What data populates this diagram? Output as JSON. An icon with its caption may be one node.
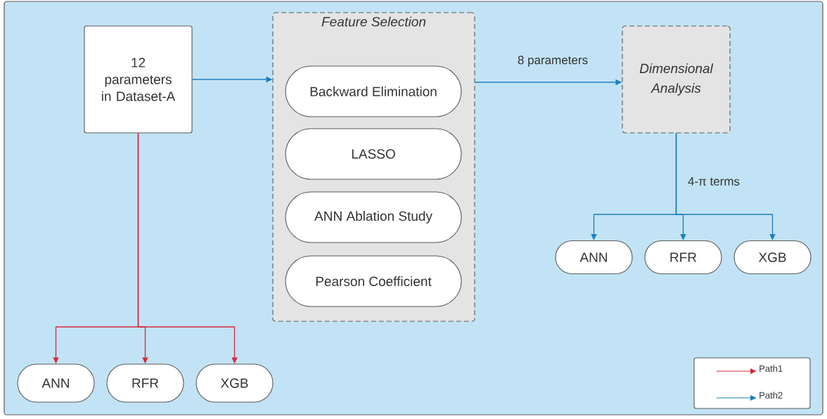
{
  "diagram": {
    "nodes": [
      {
        "text": [
          "12 parameters in Dataset-A"
        ]
      },
      {
        "text": [
          "Feature Selection"
        ]
      },
      {
        "text": [
          "Backward Elimination"
        ],
        "in": 1
      },
      {
        "text": [
          "LASSO"
        ],
        "in": 1
      },
      {
        "text": [
          "ANN Ablation Study"
        ],
        "in": 1
      },
      {
        "text": [
          "Pearson Coefficient"
        ],
        "in": 1
      },
      {
        "text": [
          "Dimensional Analysis"
        ]
      },
      {
        "text": [
          "ANN"
        ]
      },
      {
        "text": [
          "RFR"
        ]
      },
      {
        "text": [
          "XGB"
        ]
      },
      {
        "text": [
          "ANN"
        ]
      },
      {
        "text": [
          "RFR"
        ]
      },
      {
        "text": [
          "XGB"
        ]
      }
    ],
    "edges": [
      {
        "from": 0,
        "to": 1,
        "arrow": "to"
      },
      {
        "from": 1,
        "to": 6,
        "arrow": "to",
        "label": "8 parameters"
      },
      {
        "from": 0,
        "to": 7,
        "arrow": "to",
        "color": "#d32b3c"
      },
      {
        "from": 0,
        "to": 8,
        "arrow": "to",
        "color": "#d32b3c"
      },
      {
        "from": 0,
        "to": 9,
        "arrow": "to",
        "color": "#d32b3c"
      },
      {
        "from": 6,
        "to": 10,
        "arrow": "to"
      },
      {
        "from": 6,
        "to": 11,
        "arrow": "to",
        "label": "4-π terms"
      },
      {
        "from": 6,
        "to": 12,
        "arrow": "to"
      }
    ],
    "legend": [
      {
        "text": "Path1"
      },
      {
        "text": "Path2"
      }
    ]
  }
}
